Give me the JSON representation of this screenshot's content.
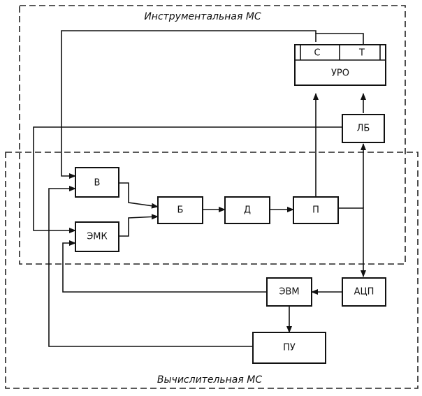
{
  "regions": {
    "instrumental": "Инструментальная МС",
    "computational": "Вычислительная МС"
  },
  "blocks": {
    "v": "В",
    "emk": "ЭМК",
    "b": "Б",
    "d": "Д",
    "p": "П",
    "uro": "УРО",
    "uro_s": "С",
    "uro_t": "Т",
    "lb": "ЛБ",
    "acp": "АЦП",
    "evm": "ЭВМ",
    "pu": "ПУ"
  }
}
